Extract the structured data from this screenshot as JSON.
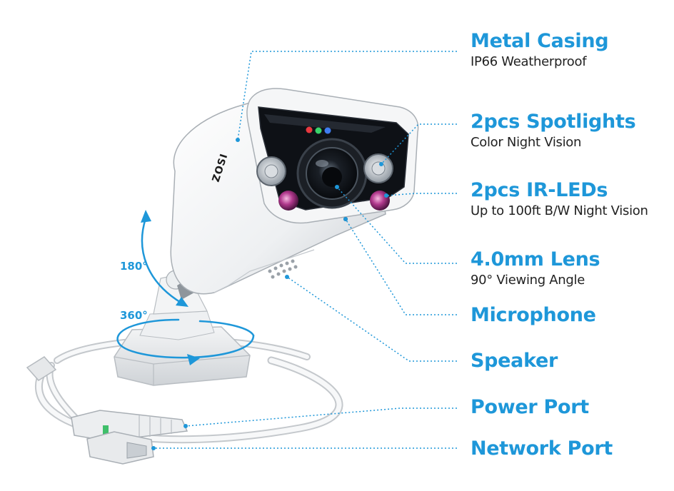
{
  "brand": "ZOSI",
  "accent_color": "#1e97d9",
  "rotation": {
    "tilt": "180°",
    "pan": "360°"
  },
  "features": [
    {
      "id": "metal-casing",
      "title": "Metal Casing",
      "subtitle": "IP66 Weatherproof"
    },
    {
      "id": "spotlights",
      "title": "2pcs Spotlights",
      "subtitle": "Color Night Vision"
    },
    {
      "id": "ir-leds",
      "title": "2pcs IR-LEDs",
      "subtitle": "Up to 100ft B/W Night Vision"
    },
    {
      "id": "lens",
      "title": "4.0mm Lens",
      "subtitle": "90° Viewing Angle"
    },
    {
      "id": "microphone",
      "title": "Microphone"
    },
    {
      "id": "speaker",
      "title": "Speaker"
    },
    {
      "id": "power-port",
      "title": "Power Port"
    },
    {
      "id": "network-port",
      "title": "Network Port"
    }
  ]
}
